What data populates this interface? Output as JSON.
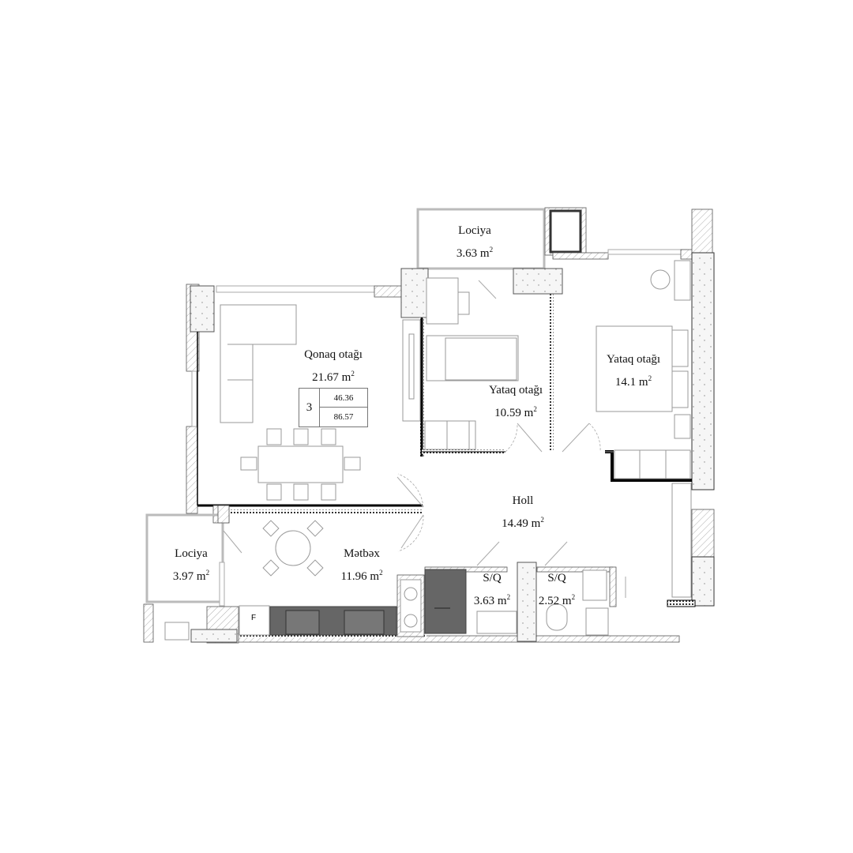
{
  "plan": {
    "apartment_info": {
      "rooms_count": "3",
      "living_area": "46.36",
      "total_area": "86.57"
    },
    "rooms": [
      {
        "id": "loggia-top",
        "name": "Lociya",
        "area": "3.63 m",
        "unit_sup": "2"
      },
      {
        "id": "living-room",
        "name": "Qonaq otağı",
        "area": "21.67 m",
        "unit_sup": "2"
      },
      {
        "id": "bedroom-small",
        "name": "Yataq otağı",
        "area": "10.59 m",
        "unit_sup": "2"
      },
      {
        "id": "bedroom-large",
        "name": "Yataq otağı",
        "area": "14.1 m",
        "unit_sup": "2"
      },
      {
        "id": "hall",
        "name": "Holl",
        "area": "14.49 m",
        "unit_sup": "2"
      },
      {
        "id": "loggia-left",
        "name": "Lociya",
        "area": "3.97 m",
        "unit_sup": "2"
      },
      {
        "id": "kitchen",
        "name": "Mətbəx",
        "area": "11.96 m",
        "unit_sup": "2"
      },
      {
        "id": "bathroom-1",
        "name": "S/Q",
        "area": "3.63 m",
        "unit_sup": "2"
      },
      {
        "id": "bathroom-2",
        "name": "S/Q",
        "area": "2.52 m",
        "unit_sup": "2"
      }
    ],
    "fridge_label": "F"
  }
}
